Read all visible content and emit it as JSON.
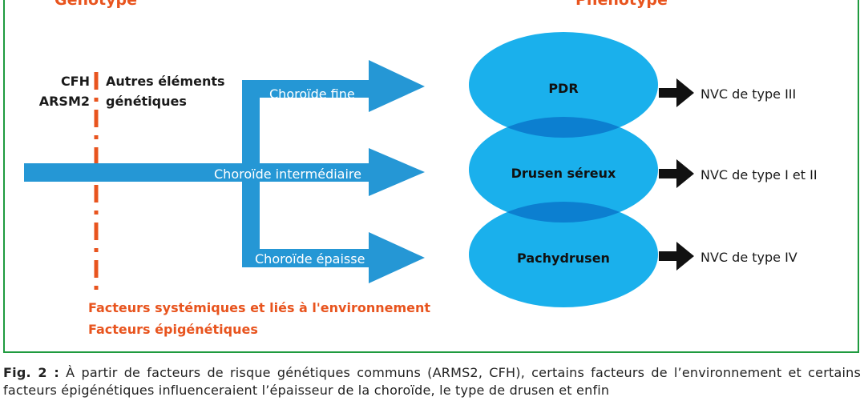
{
  "headers": {
    "genotype": "Génotype",
    "phenotype": "Phénotype"
  },
  "genes": {
    "cfh": "CFH",
    "arsm2": "ARSM2",
    "other_line1": "Autres éléments",
    "other_line2": "génétiques"
  },
  "arrows": {
    "fine": "Choroïde fine",
    "intermediate": "Choroïde intermédiaire",
    "thick": "Choroïde épaisse"
  },
  "ellipses": {
    "pdr": "PDR",
    "serous": "Drusen séreux",
    "pachy": "Pachydrusen"
  },
  "nvc": {
    "type3": "NVC de type III",
    "type12": "NVC de type I et II",
    "type4": "NVC de type IV"
  },
  "factors": {
    "systemic": "Facteurs systémiques et liés à l'environnement",
    "epigenetic": "Facteurs épigénétiques"
  },
  "caption": {
    "label": "Fig. 2 :",
    "text": "À partir de facteurs de risque génétiques communs (ARMS2, CFH), certains facteurs de l’environnement et certains facteurs épigénétiques influenceraient l’épaisseur de la choroïde, le type de drusen et enfin"
  },
  "colors": {
    "arrow": "#2597d5",
    "ellipse": "#1ab0ec",
    "overlap": "#0c7fd0",
    "accent": "#e8541e",
    "frame": "#1f9b3f"
  }
}
